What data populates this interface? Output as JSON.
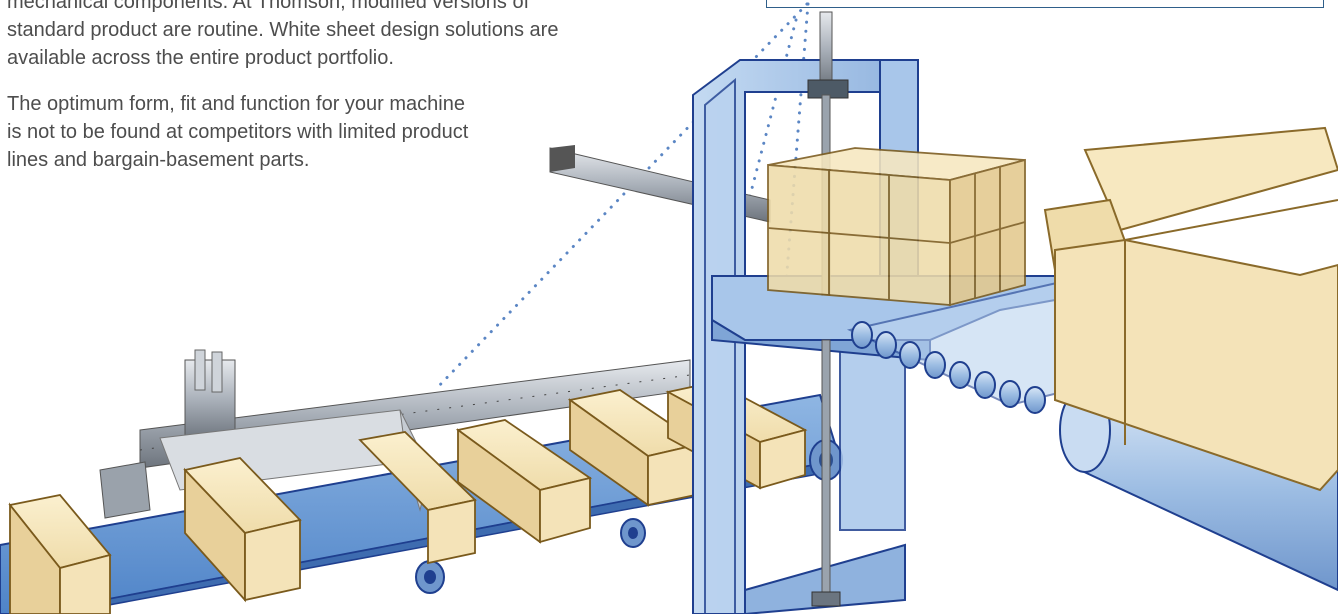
{
  "intro": {
    "line1": "mechanical components. At Thomson, modified versions of",
    "line2": "standard product are routine. White sheet design solutions are",
    "line3": "available across the entire product portfolio."
  },
  "body": {
    "line1": "The optimum form, fit and function for your machine",
    "line2": "is not to be found at competitors with limited product",
    "line3": "lines and bargain-basement parts."
  },
  "colors": {
    "text": "#4d4d4d",
    "frame_blue": "#9fc0e6",
    "frame_stroke": "#1f3f8f",
    "box_tan": "#f1dfae",
    "box_stroke": "#7a5a1c",
    "rail_steel": "#b8bec6",
    "dotted_leader": "#5b86c4"
  }
}
